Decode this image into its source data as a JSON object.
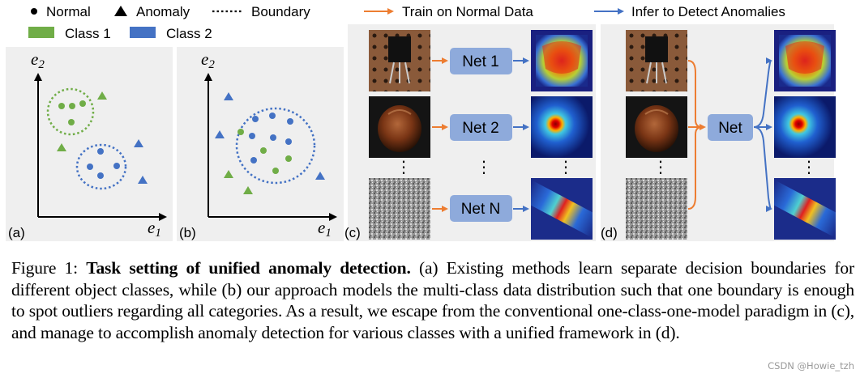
{
  "legend": {
    "normal": "Normal",
    "anomaly": "Anomaly",
    "boundary": "Boundary",
    "class1": "Class 1",
    "class2": "Class 2",
    "train": "Train on Normal Data",
    "infer": "Infer to Detect Anomalies"
  },
  "colors": {
    "class1": "#70ad47",
    "class2": "#4472c4",
    "train_arrow": "#ed7d31",
    "infer_arrow": "#4472c4",
    "net_box": "#8eaadb",
    "panel_bg": "#efefef"
  },
  "panels": {
    "a": {
      "label": "(a)",
      "axis_y": "e",
      "axis_y_sub": "2",
      "axis_x": "e",
      "axis_x_sub": "1"
    },
    "b": {
      "label": "(b)",
      "axis_y": "e",
      "axis_y_sub": "2",
      "axis_x": "e",
      "axis_x_sub": "1"
    },
    "c": {
      "label": "(c)",
      "nets": [
        "Net 1",
        "Net 2",
        "Net N"
      ],
      "ellipsis": "⋮"
    },
    "d": {
      "label": "(d)",
      "net": "Net",
      "ellipsis": "⋮"
    }
  },
  "caption": {
    "prefix": "Figure 1: ",
    "title": "Task setting of unified anomaly detection.",
    "body": " (a) Existing methods learn separate decision boundaries for different object classes, while (b) our approach models the multi-class data distribution such that one boundary is enough to spot outliers regarding all categories. As a result, we escape from the conventional one-class-one-model paradigm in (c), and manage to accomplish anomaly detection for various classes with a unified framework in (d)."
  },
  "watermark": "CSDN @Howie_tzh"
}
